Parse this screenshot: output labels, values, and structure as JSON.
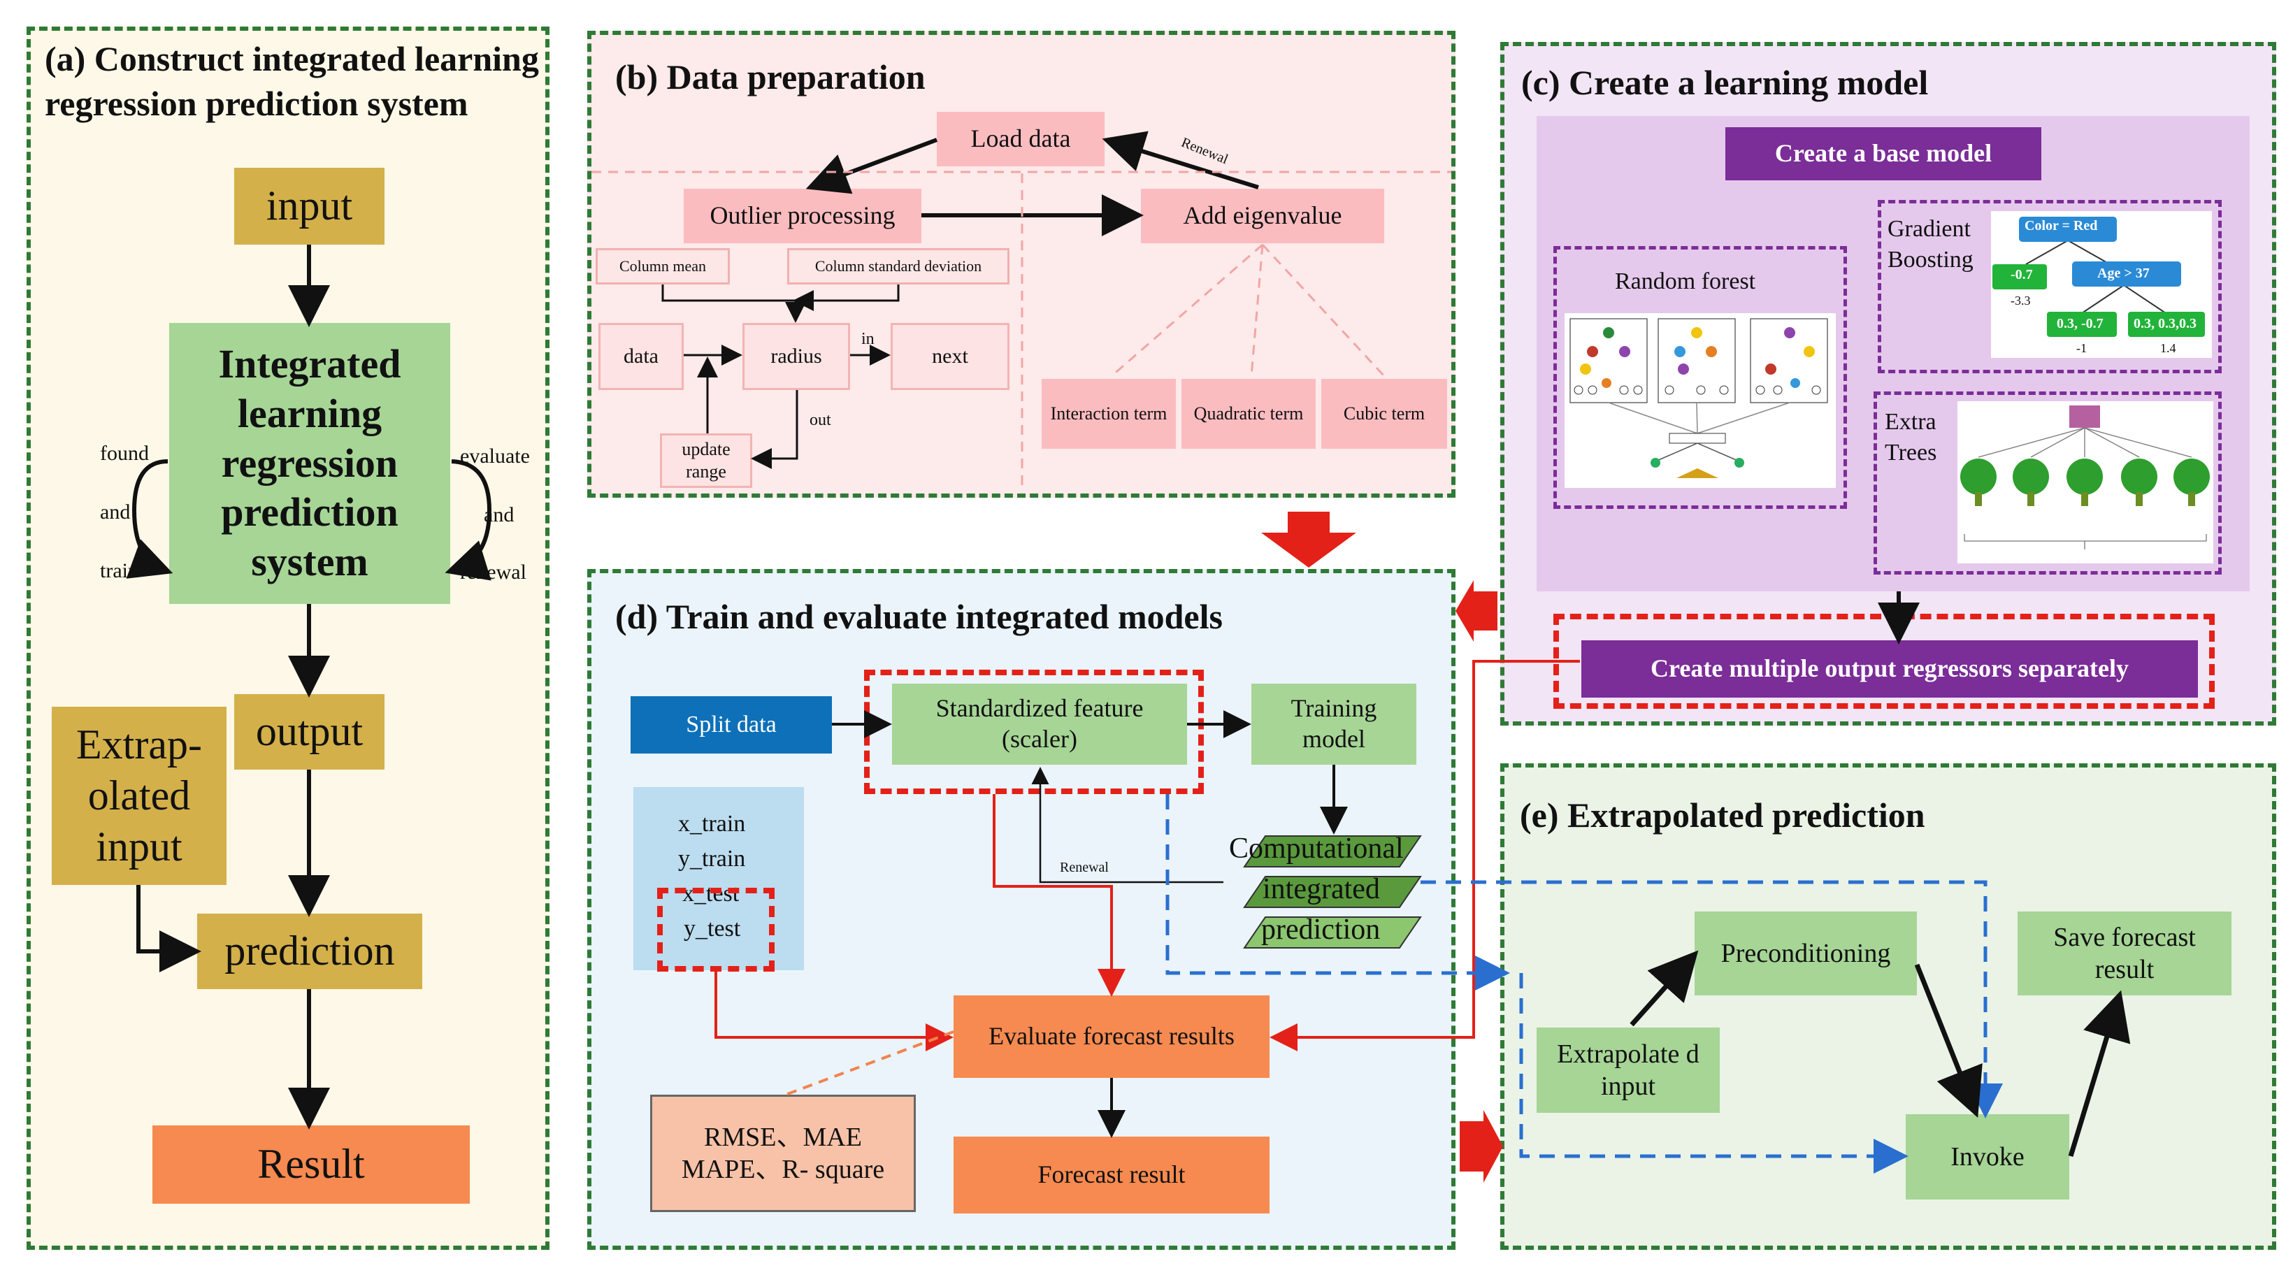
{
  "panels": {
    "a": {
      "title": "(a) Construct integrated learning regression prediction system",
      "input": "input",
      "system": "Integrated learning regression prediction system",
      "output": "output",
      "extrap_input": "Extrap-olated input",
      "prediction": "prediction",
      "result": "Result",
      "left_labels": [
        "found",
        "and",
        "train"
      ],
      "right_labels": [
        "evaluate",
        "and",
        "renewal"
      ]
    },
    "b": {
      "title": "(b) Data preparation",
      "load_data": "Load data",
      "renewal": "Renewal",
      "outlier": "Outlier processing",
      "add_eigen": "Add eigenvalue",
      "column_mean": "Column mean",
      "column_std": "Column standard deviation",
      "data": "data",
      "radius": "radius",
      "next": "next",
      "in": "in",
      "out": "out",
      "update_range": "update range",
      "interaction": "Interaction term",
      "quadratic": "Quadratic term",
      "cubic": "Cubic term"
    },
    "c": {
      "title": "(c) Create a learning model",
      "base_model": "Create a base model",
      "random_forest": "Random forest",
      "gradient_boosting": "Gradient Boosting",
      "extra_trees": "Extra Trees",
      "multi_output": "Create multiple output regressors separately",
      "gb_root": "Color = Red",
      "gb_left": "-0.7",
      "gb_right": "Age > 37",
      "gb_leaf1": "0.3, -0.7",
      "gb_leaf2": "0.3, 0.3,0.3",
      "gb_v1": "-3.3",
      "gb_v2": "-1",
      "gb_v3": "1.4"
    },
    "d": {
      "title": "(d) Train and evaluate integrated models",
      "split_data": "Split data",
      "standardized": "Standardized feature (scaler)",
      "training": "Training model",
      "x_train": "x_train",
      "y_train": "y_train",
      "x_test": "x_test",
      "y_test": "y_test",
      "computational": "Computational",
      "integrated": "integrated",
      "prediction": "prediction",
      "renewal": "Renewal",
      "evaluate": "Evaluate forecast results",
      "metrics1": "RMSE、MAE",
      "metrics2": "MAPE、R- square",
      "forecast": "Forecast result"
    },
    "e": {
      "title": "(e) Extrapolated prediction",
      "preconditioning": "Preconditioning",
      "save": "Save forecast result",
      "extrap_input": "Extrapolate d input",
      "invoke": "Invoke"
    }
  },
  "colors": {
    "panel_a_bg": "#fdf8e7",
    "panel_b_bg": "#fdeaea",
    "panel_c_bg": "#f2e5f5",
    "panel_d_bg": "#eaf4fa",
    "panel_e_bg": "#eaf3e6",
    "border_green": "#2f7a36",
    "purple": "#7b2d98",
    "red": "#e32119",
    "blue": "#2a6fd0"
  }
}
